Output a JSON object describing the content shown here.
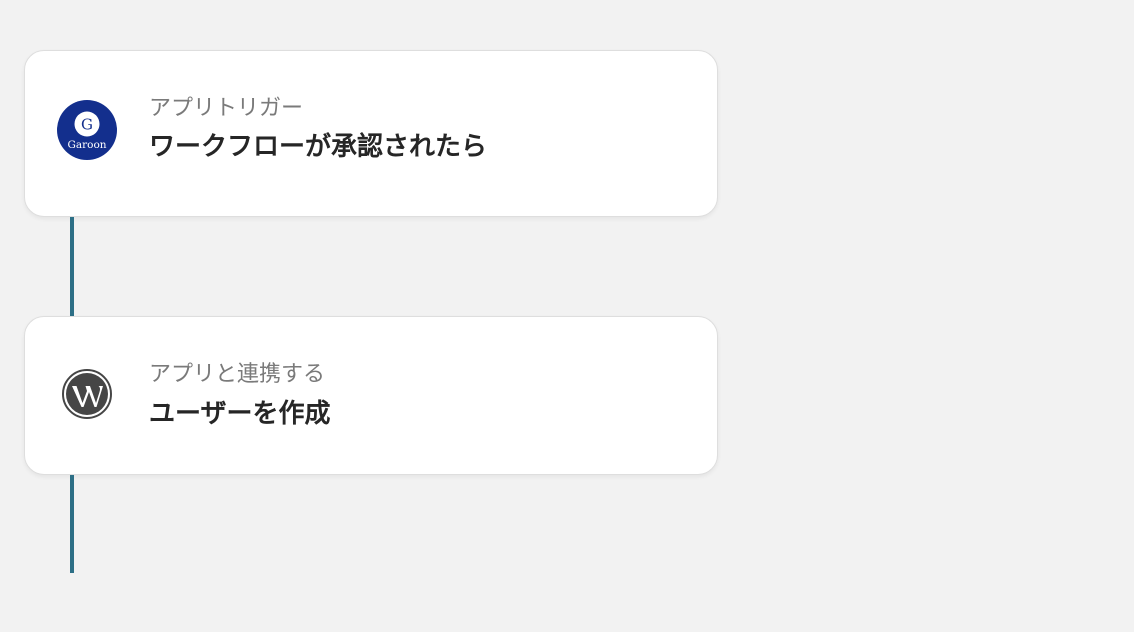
{
  "steps": [
    {
      "kind_label": "アプリトリガー",
      "title": "ワークフローが承認されたら",
      "app_icon": "garoon-logo",
      "app_logo_text": "Garoon",
      "app_logo_letter": "G",
      "brand_color": "#132f8d"
    },
    {
      "kind_label": "アプリと連携する",
      "title": "ユーザーを作成",
      "app_icon": "wordpress-logo",
      "brand_color": "#464646"
    }
  ],
  "connector_color": "#2d6f86"
}
